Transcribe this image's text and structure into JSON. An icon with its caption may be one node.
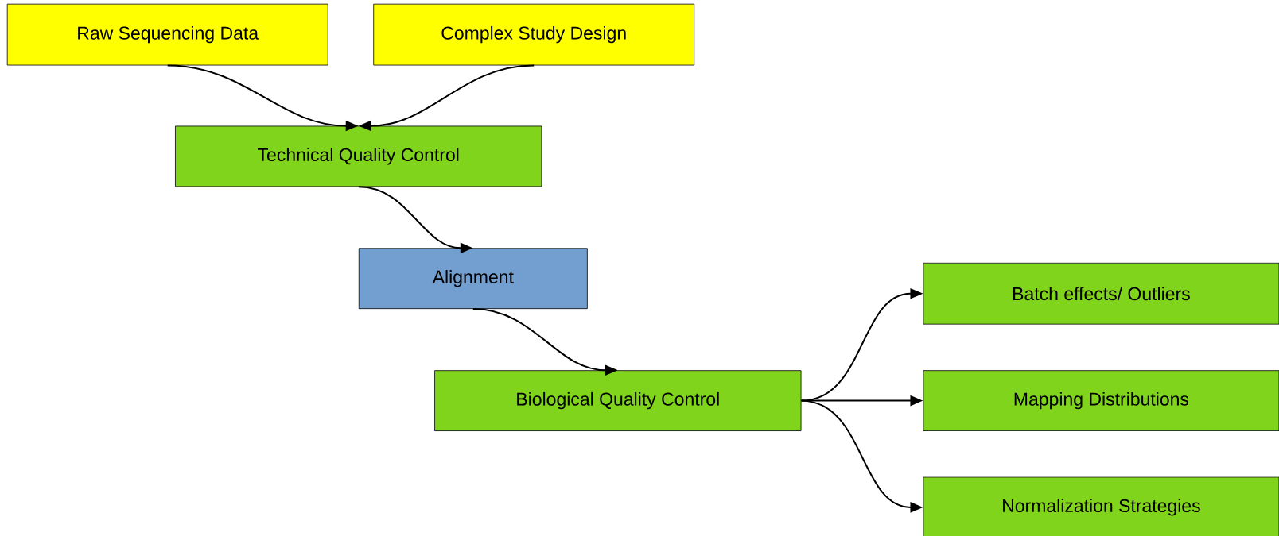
{
  "diagram": {
    "nodes": [
      {
        "text": [
          "Raw Sequencing Data"
        ]
      },
      {
        "text": [
          "Complex Study Design"
        ]
      },
      {
        "text": [
          "Technical Quality Control"
        ]
      },
      {
        "text": [
          "Alignment"
        ]
      },
      {
        "text": [
          "Biological Quality Control"
        ]
      },
      {
        "text": [
          "Batch effects/ Outliers"
        ]
      },
      {
        "text": [
          "Mapping Distributions"
        ]
      },
      {
        "text": [
          "Normalization Strategies"
        ]
      }
    ],
    "edges": [
      {
        "from": 0,
        "to": 2,
        "arrow": "to"
      },
      {
        "from": 1,
        "to": 2,
        "arrow": "to"
      },
      {
        "from": 2,
        "to": 3,
        "arrow": "to"
      },
      {
        "from": 3,
        "to": 4,
        "arrow": "to"
      },
      {
        "from": 4,
        "to": 5,
        "arrow": "to"
      },
      {
        "from": 4,
        "to": 6,
        "arrow": "to"
      },
      {
        "from": 4,
        "to": 7,
        "arrow": "to"
      }
    ]
  }
}
